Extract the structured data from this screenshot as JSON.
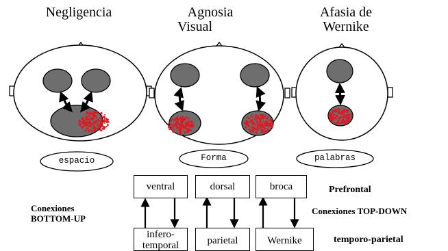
{
  "titles": {
    "negligencia": "Negligencia",
    "agnosia_line1": "Agnosia",
    "agnosia_line2": "Visual",
    "afasia_line1": "Afasia de",
    "afasia_line2": "Wernike"
  },
  "ovals": {
    "espacio": "espacio",
    "forma": "Forma",
    "palabras": "palabras"
  },
  "boxes": {
    "ventral": "ventral",
    "dorsal": "dorsal",
    "broca": "broca",
    "inferotemporal_line1": "infero-",
    "inferotemporal_line2": "temporal",
    "parietal": "parietal",
    "wernike": "Wernike"
  },
  "side_labels": {
    "prefrontal": "Prefrontal",
    "conexiones_top_down": "Conexiones TOP-DOWN",
    "temporo_parietal": "temporo-parietal",
    "conexiones_line1": "Conexiones",
    "conexiones_line2": "BOTTOM-UP"
  },
  "colors": {
    "region_fill": "#6e6e6e",
    "lesion": "#e8141c",
    "outline": "#000000"
  }
}
